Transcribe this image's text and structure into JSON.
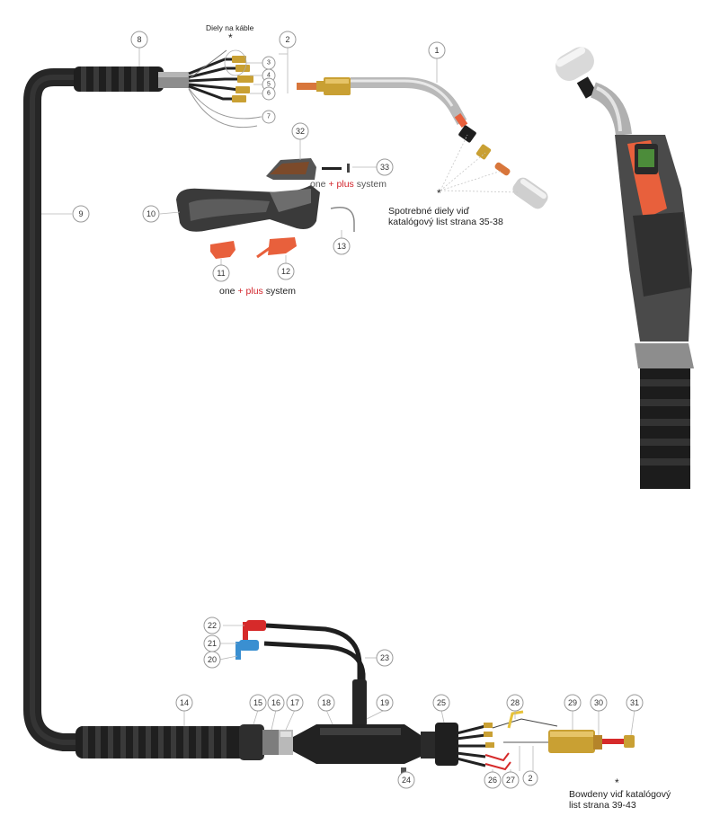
{
  "notes": {
    "cable_parts": "Diely na káble",
    "cable_parts_star": "*",
    "consumables_star": "*",
    "consumables_line1": "Spotrebné diely viď",
    "consumables_line2": "katalógový list strana 35-38",
    "bowden_star": "*",
    "bowden_line1": "Bowdeny viď katalógový",
    "bowden_line2": "list strana 39-43"
  },
  "one_plus_system": {
    "one": "one",
    "plus_sign": "+",
    "plus": "plus",
    "system": "system"
  },
  "callouts": [
    "1",
    "2",
    "3",
    "4",
    "5",
    "6",
    "7",
    "8",
    "9",
    "10",
    "11",
    "12",
    "13",
    "14",
    "15",
    "16",
    "17",
    "18",
    "19",
    "20",
    "21",
    "22",
    "23",
    "24",
    "25",
    "26",
    "27",
    "28",
    "29",
    "30",
    "31",
    "32",
    "33",
    "2"
  ],
  "colors": {
    "hose": "#2b2b2b",
    "brass": "#c9a033",
    "copper": "#d8763b",
    "orange_part": "#e8603c",
    "red_connector": "#d62a2a",
    "blue_connector": "#3a8fd1",
    "plus_red": "#d2232a"
  }
}
